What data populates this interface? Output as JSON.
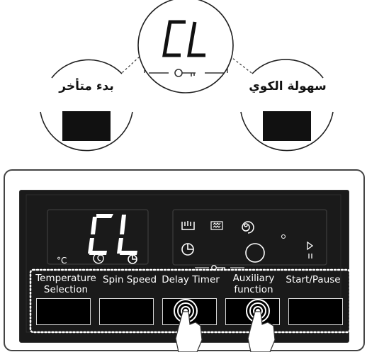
{
  "callouts": {
    "center": {
      "display": "CL"
    },
    "left": {
      "label": "بدء متأخر"
    },
    "right": {
      "label": "سهولة الكوي"
    }
  },
  "panel": {
    "display": {
      "value": "CL"
    },
    "buttons": [
      {
        "id": "temperature",
        "label_line1": "Temperature",
        "label_line2": "Selection"
      },
      {
        "id": "spin",
        "label_line1": "Spin Speed",
        "label_line2": ""
      },
      {
        "id": "delay",
        "label_line1": "Delay Timer",
        "label_line2": ""
      },
      {
        "id": "auxiliary",
        "label_line1": "Auxiliary",
        "label_line2": "function"
      },
      {
        "id": "start",
        "label_line1": "Start/Pause",
        "label_line2": ""
      }
    ]
  },
  "icons": {
    "key": "key-icon",
    "temperature": "celsius-icon",
    "spin": "spin-icon",
    "timer": "timer-icon",
    "hand": "pointing-hand-icon",
    "touch": "touch-ripple-icon"
  },
  "colors": {
    "panel_background": "#1a1a1a",
    "panel_border": "#3a3a3a",
    "outer_border": "#444444",
    "display_segment": "#ffffff",
    "button_fill": "#000000",
    "label_text": "#ffffff",
    "callout_fill": "#ffffff",
    "callout_stroke": "#222222",
    "black_box": "#111111"
  }
}
